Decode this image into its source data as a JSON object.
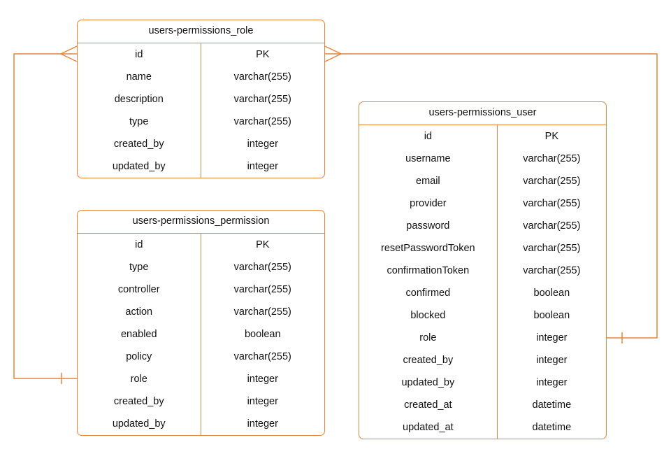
{
  "diagram": {
    "accent_color": "#e8833a",
    "text_color": "#111111",
    "background_color": "#ffffff"
  },
  "tables": [
    {
      "id": "role",
      "title": "users-permissions_role",
      "rows": [
        {
          "field": "id",
          "type": "PK"
        },
        {
          "field": "name",
          "type": "varchar(255)"
        },
        {
          "field": "description",
          "type": "varchar(255)"
        },
        {
          "field": "type",
          "type": "varchar(255)"
        },
        {
          "field": "created_by",
          "type": "integer"
        },
        {
          "field": "updated_by",
          "type": "integer"
        }
      ]
    },
    {
      "id": "permission",
      "title": "users-permissions_permission",
      "rows": [
        {
          "field": "id",
          "type": "PK"
        },
        {
          "field": "type",
          "type": "varchar(255)"
        },
        {
          "field": "controller",
          "type": "varchar(255)"
        },
        {
          "field": "action",
          "type": "varchar(255)"
        },
        {
          "field": "enabled",
          "type": "boolean"
        },
        {
          "field": "policy",
          "type": "varchar(255)"
        },
        {
          "field": "role",
          "type": "integer"
        },
        {
          "field": "created_by",
          "type": "integer"
        },
        {
          "field": "updated_by",
          "type": "integer"
        }
      ]
    },
    {
      "id": "user",
      "title": "users-permissions_user",
      "rows": [
        {
          "field": "id",
          "type": "PK"
        },
        {
          "field": "username",
          "type": "varchar(255)"
        },
        {
          "field": "email",
          "type": "varchar(255)"
        },
        {
          "field": "provider",
          "type": "varchar(255)"
        },
        {
          "field": "password",
          "type": "varchar(255)"
        },
        {
          "field": "resetPasswordToken",
          "type": "varchar(255)"
        },
        {
          "field": "confirmationToken",
          "type": "varchar(255)"
        },
        {
          "field": "confirmed",
          "type": "boolean"
        },
        {
          "field": "blocked",
          "type": "boolean"
        },
        {
          "field": "role",
          "type": "integer"
        },
        {
          "field": "created_by",
          "type": "integer"
        },
        {
          "field": "updated_by",
          "type": "integer"
        },
        {
          "field": "created_at",
          "type": "datetime"
        },
        {
          "field": "updated_at",
          "type": "datetime"
        }
      ]
    }
  ],
  "relationships": [
    {
      "from_table": "users-permissions_role",
      "from_cardinality": "many",
      "to_table": "users-permissions_permission",
      "to_cardinality": "one",
      "notation": "crow's foot"
    },
    {
      "from_table": "users-permissions_role",
      "from_cardinality": "many",
      "to_table": "users-permissions_user",
      "to_cardinality": "one",
      "notation": "crow's foot"
    }
  ]
}
